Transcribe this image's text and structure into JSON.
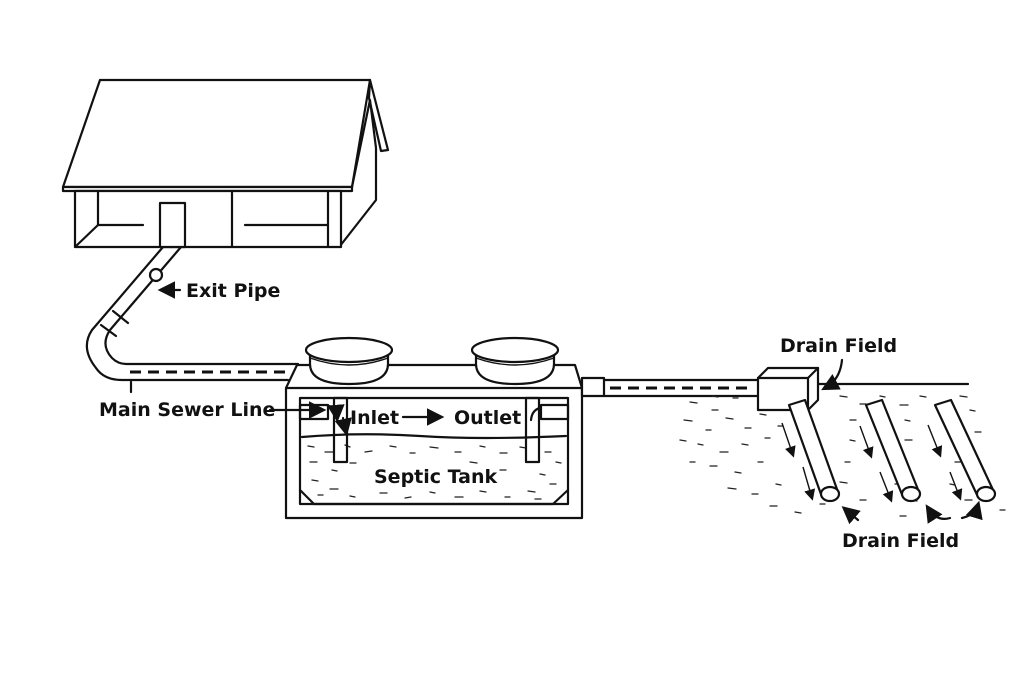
{
  "title": "Septic System Diagram",
  "labels": {
    "exit_pipe": "Exit Pipe",
    "main_sewer_line": "Main Sewer Line",
    "inlet": "Inlet",
    "outlet": "Outlet",
    "septic_tank": "Septic Tank",
    "drain_field_top": "Drain Field",
    "drain_field_bottom": "Drain Field"
  },
  "colors": {
    "line": "#111111",
    "background": "#ffffff"
  },
  "components": [
    "house",
    "exit-pipe",
    "main-sewer-line",
    "septic-tank",
    "distribution-box",
    "drain-field-pipes"
  ],
  "drain_pipe_count": 3
}
